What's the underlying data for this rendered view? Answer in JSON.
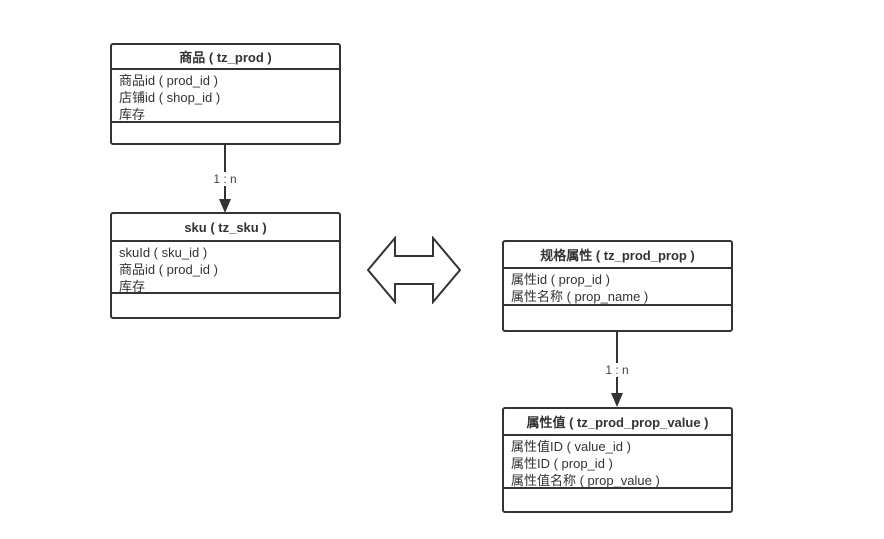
{
  "diagram": {
    "title": "product-sku-property entity diagram",
    "tables": [
      {
        "id": "prod",
        "title": "商品 ( tz_prod )",
        "fields": [
          "商品id ( prod_id )",
          "店铺id ( shop_id )",
          "库存"
        ]
      },
      {
        "id": "sku",
        "title": "sku ( tz_sku )",
        "fields": [
          "skuId ( sku_id )",
          "商品id ( prod_id )",
          "库存"
        ]
      },
      {
        "id": "prod_prop",
        "title": "规格属性 ( tz_prod_prop )",
        "fields": [
          "属性id ( prop_id )",
          "属性名称 ( prop_name )"
        ]
      },
      {
        "id": "prod_prop_value",
        "title": "属性值 ( tz_prod_prop_value )",
        "fields": [
          "属性值ID ( value_id )",
          "属性ID ( prop_id )",
          "属性值名称 ( prop_value )"
        ]
      }
    ],
    "connectors": [
      {
        "from": "prod",
        "to": "sku",
        "label": "1 : n"
      },
      {
        "from": "prod_prop",
        "to": "prod_prop_value",
        "label": "1 : n"
      }
    ],
    "relation_shape": "double-headed-horizontal-arrow",
    "colors": {
      "border": "#333333",
      "text": "#333333",
      "label_text": "#444444",
      "background": "#ffffff"
    }
  }
}
